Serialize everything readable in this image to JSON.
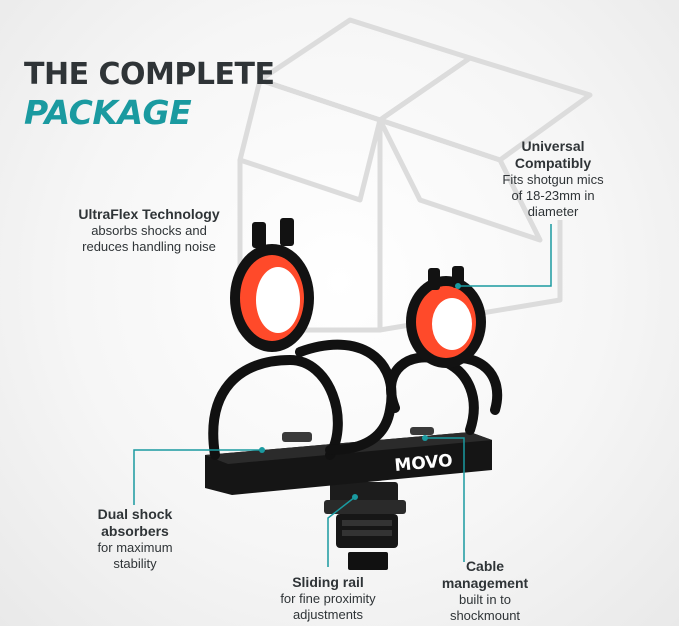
{
  "headline": {
    "line1": "THE COMPLETE",
    "line2": "PACKAGE"
  },
  "brand": "MOVO",
  "callouts": {
    "ultraflex": {
      "title": "UltraFlex Technology",
      "desc1": "absorbs shocks and",
      "desc2": "reduces handling noise"
    },
    "universal": {
      "title1": "Universal",
      "title2": "Compatibly",
      "desc1": "Fits shotgun mics",
      "desc2": "of 18-23mm in",
      "desc3": "diameter"
    },
    "dual": {
      "title1": "Dual shock",
      "title2": "absorbers",
      "desc1": "for maximum",
      "desc2": "stability"
    },
    "rail": {
      "title": "Sliding rail",
      "desc1": "for fine proximity",
      "desc2": "adjustments"
    },
    "cable": {
      "title1": "Cable",
      "title2": "management",
      "desc1": "built in to",
      "desc2": "shockmount"
    }
  },
  "colors": {
    "accent": "#1a9aa0",
    "text": "#2f3437",
    "ring": "#ff4a2a",
    "body": "#141414"
  }
}
